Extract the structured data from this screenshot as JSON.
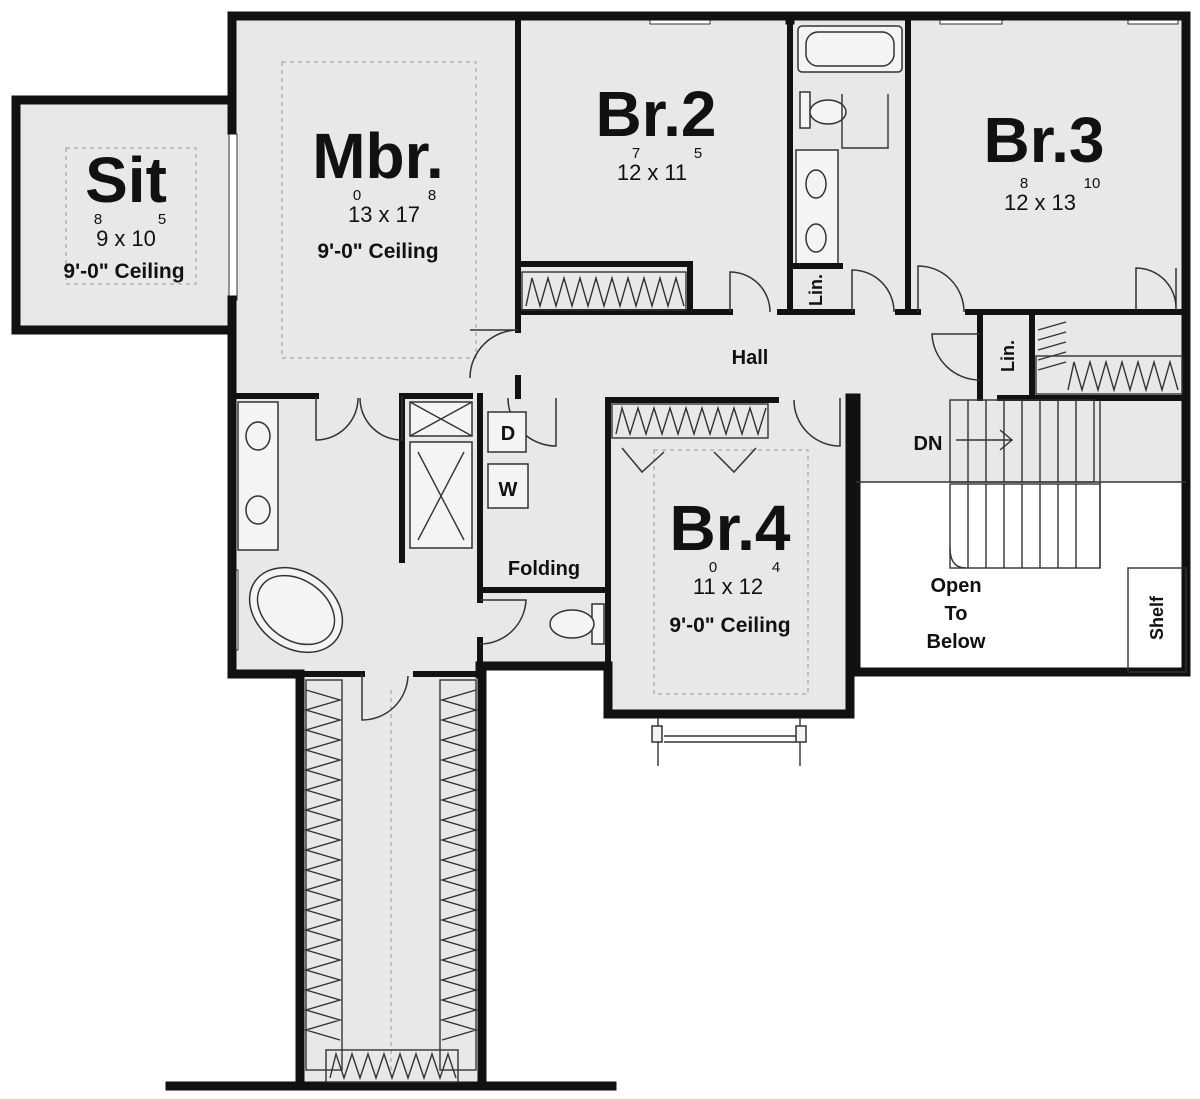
{
  "rooms": {
    "sit": {
      "name": "Sit",
      "w_ft": "9",
      "w_in": "8",
      "l_ft": "10",
      "l_in": "5",
      "ceiling": "9'-0\" Ceiling"
    },
    "mbr": {
      "name": "Mbr.",
      "w_ft": "13",
      "w_in": "0",
      "l_ft": "17",
      "l_in": "8",
      "ceiling": "9'-0\" Ceiling"
    },
    "br2": {
      "name": "Br.2",
      "w_ft": "12",
      "w_in": "7",
      "l_ft": "11",
      "l_in": "5"
    },
    "br3": {
      "name": "Br.3",
      "w_ft": "12",
      "w_in": "8",
      "l_ft": "13",
      "l_in": "10"
    },
    "br4": {
      "name": "Br.4",
      "w_ft": "11",
      "w_in": "0",
      "l_ft": "12",
      "l_in": "4",
      "ceiling": "9'-0\" Ceiling"
    }
  },
  "labels": {
    "x": "x",
    "hall": "Hall",
    "dn": "DN",
    "lin": "Lin.",
    "dryer": "D",
    "washer": "W",
    "folding": "Folding",
    "open_1": "Open",
    "open_2": "To",
    "open_3": "Below",
    "shelf": "Shelf"
  }
}
